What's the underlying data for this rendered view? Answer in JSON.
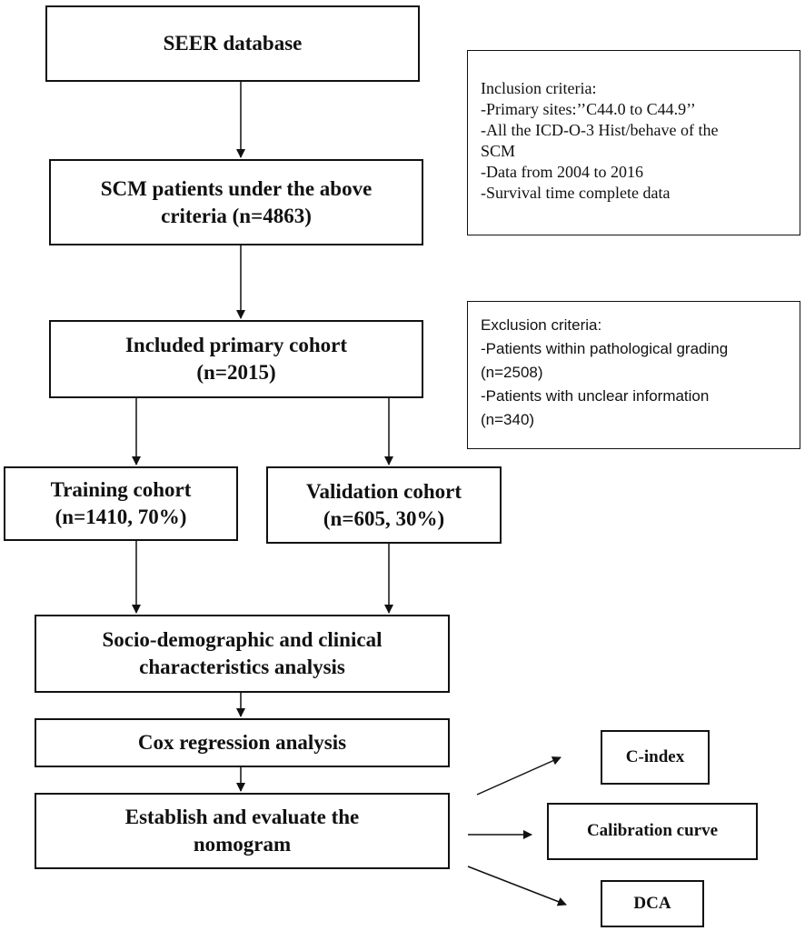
{
  "boxes": {
    "seer": [
      "SEER database"
    ],
    "scm": [
      "SCM patients under the above",
      "criteria (n=4863)"
    ],
    "primary": [
      "Included primary cohort",
      "(n=2015)"
    ],
    "training": [
      "Training cohort",
      "(n=1410, 70%)"
    ],
    "validation": [
      "Validation cohort",
      "(n=605, 30%)"
    ],
    "socio": [
      "Socio-demographic and clinical",
      "characteristics analysis"
    ],
    "cox": [
      "Cox regression analysis"
    ],
    "nomogram": [
      "Establish and evaluate the",
      "nomogram"
    ],
    "cindex": [
      "C-index"
    ],
    "calibration": [
      "Calibration curve"
    ],
    "dca": [
      "DCA"
    ]
  },
  "inclusion": [
    "Inclusion criteria:",
    "-Primary sites:’’C44.0 to C44.9’’",
    "-All the ICD-O-3 Hist/behave of the",
    "SCM",
    "-Data from 2004 to 2016",
    "-Survival time complete data"
  ],
  "exclusion": [
    "Exclusion criteria:",
    "-Patients within pathological grading",
    "(n=2508)",
    "-Patients with unclear information",
    "(n=340)"
  ],
  "colors": {
    "line": "#111111",
    "background": "#ffffff"
  }
}
